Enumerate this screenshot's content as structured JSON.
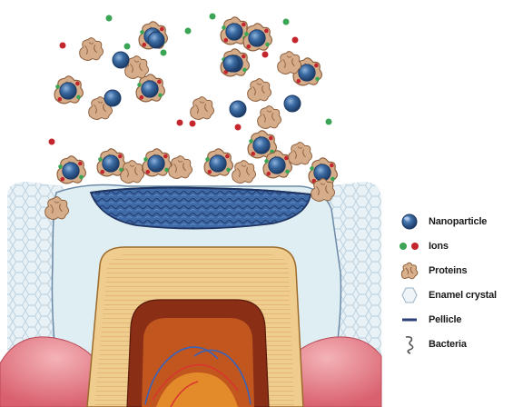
{
  "title": "",
  "legend": {
    "items": [
      {
        "key": "nanoparticle",
        "label": "Nanoparticle",
        "icon": "nanoparticle-icon"
      },
      {
        "key": "ions",
        "label": "Ions",
        "icon": "ions-icon"
      },
      {
        "key": "proteins",
        "label": "Proteins",
        "icon": "protein-icon"
      },
      {
        "key": "enamel",
        "label": "Enamel crystal",
        "icon": "enamel-crystal-icon"
      },
      {
        "key": "pellicle",
        "label": "Pellicle",
        "icon": "pellicle-icon"
      },
      {
        "key": "bacteria",
        "label": "Bacteria",
        "icon": "bacteria-icon"
      }
    ]
  },
  "colors": {
    "nanoparticle": "#2f5c92",
    "ion_green": "#3aa655",
    "ion_red": "#c4262e",
    "protein": "#c89a76",
    "enamel_crystal": "#d8e6ef",
    "tooth_enamel": "#dfeef3",
    "pellicle": "#2b3f7a",
    "dentin": "#e9c07c",
    "pulp": "#9b3d1d",
    "gum": "#e58a94"
  }
}
